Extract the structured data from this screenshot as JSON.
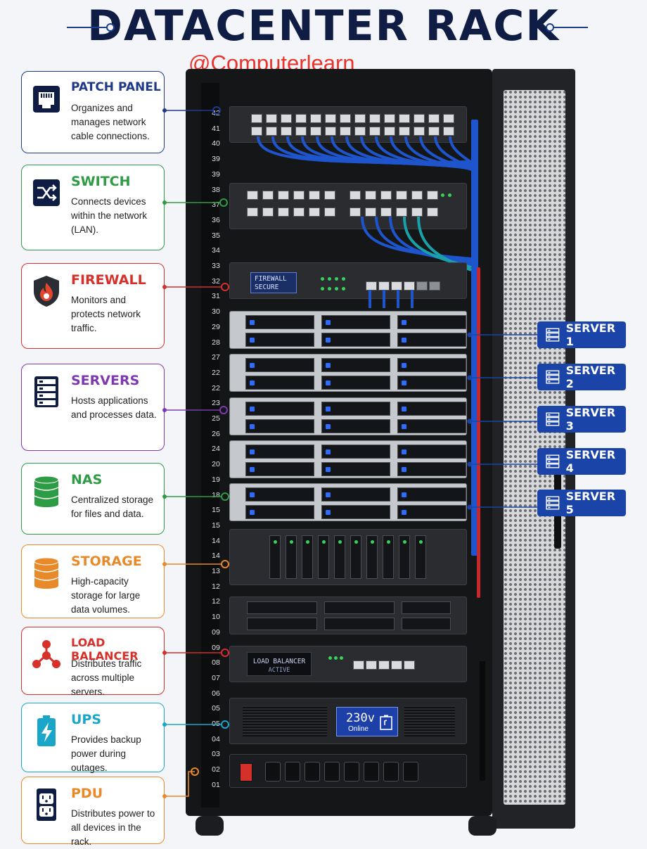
{
  "title": "DATACENTER RACK",
  "watermark": "@Computerlearn_",
  "colors": {
    "navy": "#0f1d45",
    "blue": "#1f55cc",
    "green": "#2e9b45",
    "red": "#d6302b",
    "purple": "#7d3ab0",
    "orange": "#e88a2a",
    "cyan": "#1aa6c9",
    "server_blue": "#1a44a8"
  },
  "components": [
    {
      "name": "PATCH PANEL",
      "desc": "Organizes and manages network cable connections.",
      "icon": "ethernet-port-icon",
      "color": "#1f3a8a"
    },
    {
      "name": "SWITCH",
      "desc": "Connects devices within the network (LAN).",
      "icon": "shuffle-arrows-icon",
      "color": "#2e9b45"
    },
    {
      "name": "FIREWALL",
      "desc": "Monitors and protects network traffic.",
      "icon": "shield-flame-icon",
      "color": "#d6302b"
    },
    {
      "name": "SERVERS",
      "desc": "Hosts applications and processes data.",
      "icon": "server-stack-icon",
      "color": "#7d3ab0"
    },
    {
      "name": "NAS",
      "desc": "Centralized storage for files and data.",
      "icon": "database-icon",
      "color": "#2e9b45"
    },
    {
      "name": "STORAGE",
      "desc": "High-capacity storage for large data volumes.",
      "icon": "database-icon",
      "color": "#e88a2a"
    },
    {
      "name": "LOAD BALANCER",
      "desc": "Distributes traffic across multiple servers.",
      "icon": "network-nodes-icon",
      "color": "#d6302b"
    },
    {
      "name": "UPS",
      "desc": "Provides backup power during outages.",
      "icon": "battery-bolt-icon",
      "color": "#1aa6c9"
    },
    {
      "name": "PDU",
      "desc": "Distributes power to all devices in the rack.",
      "icon": "power-outlet-icon",
      "color": "#e88a2a"
    }
  ],
  "rack_units": [
    "42",
    "41",
    "40",
    "39",
    "39",
    "38",
    "37",
    "36",
    "35",
    "34",
    "33",
    "32",
    "31",
    "30",
    "29",
    "28",
    "27",
    "22",
    "22",
    "23",
    "25",
    "26",
    "24",
    "20",
    "19",
    "18",
    "15",
    "15",
    "14",
    "14",
    "13",
    "12",
    "12",
    "10",
    "09",
    "09",
    "08",
    "07",
    "06",
    "05",
    "05",
    "04",
    "03",
    "02",
    "01"
  ],
  "servers": [
    "SERVER 1",
    "SERVER 2",
    "SERVER 3",
    "SERVER 4",
    "SERVER 5"
  ],
  "devices": {
    "firewall_line1": "FIREWALL",
    "firewall_line2": "SECURE",
    "lb_line1": "LOAD BALANCER",
    "lb_line2": "ACTIVE",
    "ups_voltage": "230v",
    "ups_status": "Online"
  }
}
